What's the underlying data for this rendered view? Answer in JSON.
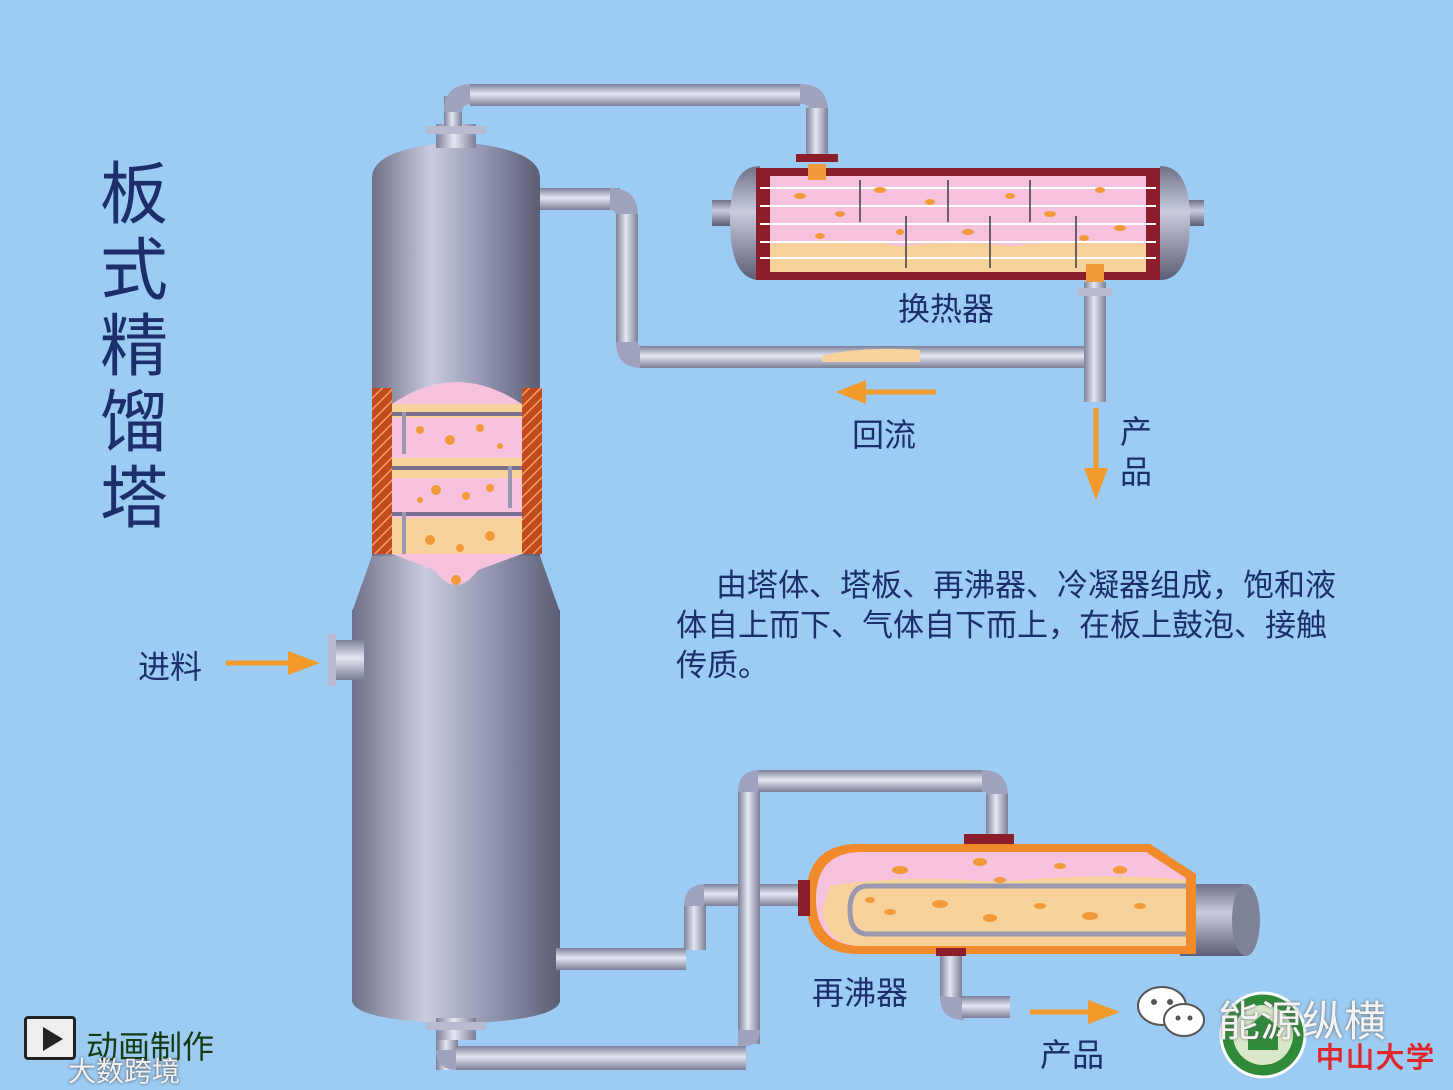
{
  "title": "板式精馏塔",
  "labels": {
    "heat_exchanger": "换热器",
    "reflux": "回流",
    "product_top": "产品",
    "feed": "进料",
    "reboiler": "再沸器",
    "product_bottom": "产品"
  },
  "description": "由塔体、塔板、再沸器、冷凝器组成，饱和液体自上而下、气体自下而上，在板上鼓泡、接触传质。",
  "footer": {
    "animation_credit": "动画制作",
    "watermark_brand": "能源纵横",
    "watermark_school": "中山大学",
    "watermark_source": "大数跨境"
  },
  "colors": {
    "background": "#9ccbf3",
    "vessel": "#8a8ea8",
    "pipe": "#a8acc4",
    "liquid": "#f7d29a",
    "vapor": "#f5c6e0",
    "bubble": "#f29a3a",
    "shell_red": "#8b1e2a",
    "arrow": "#f29a2a",
    "text": "#1c2f6b"
  }
}
